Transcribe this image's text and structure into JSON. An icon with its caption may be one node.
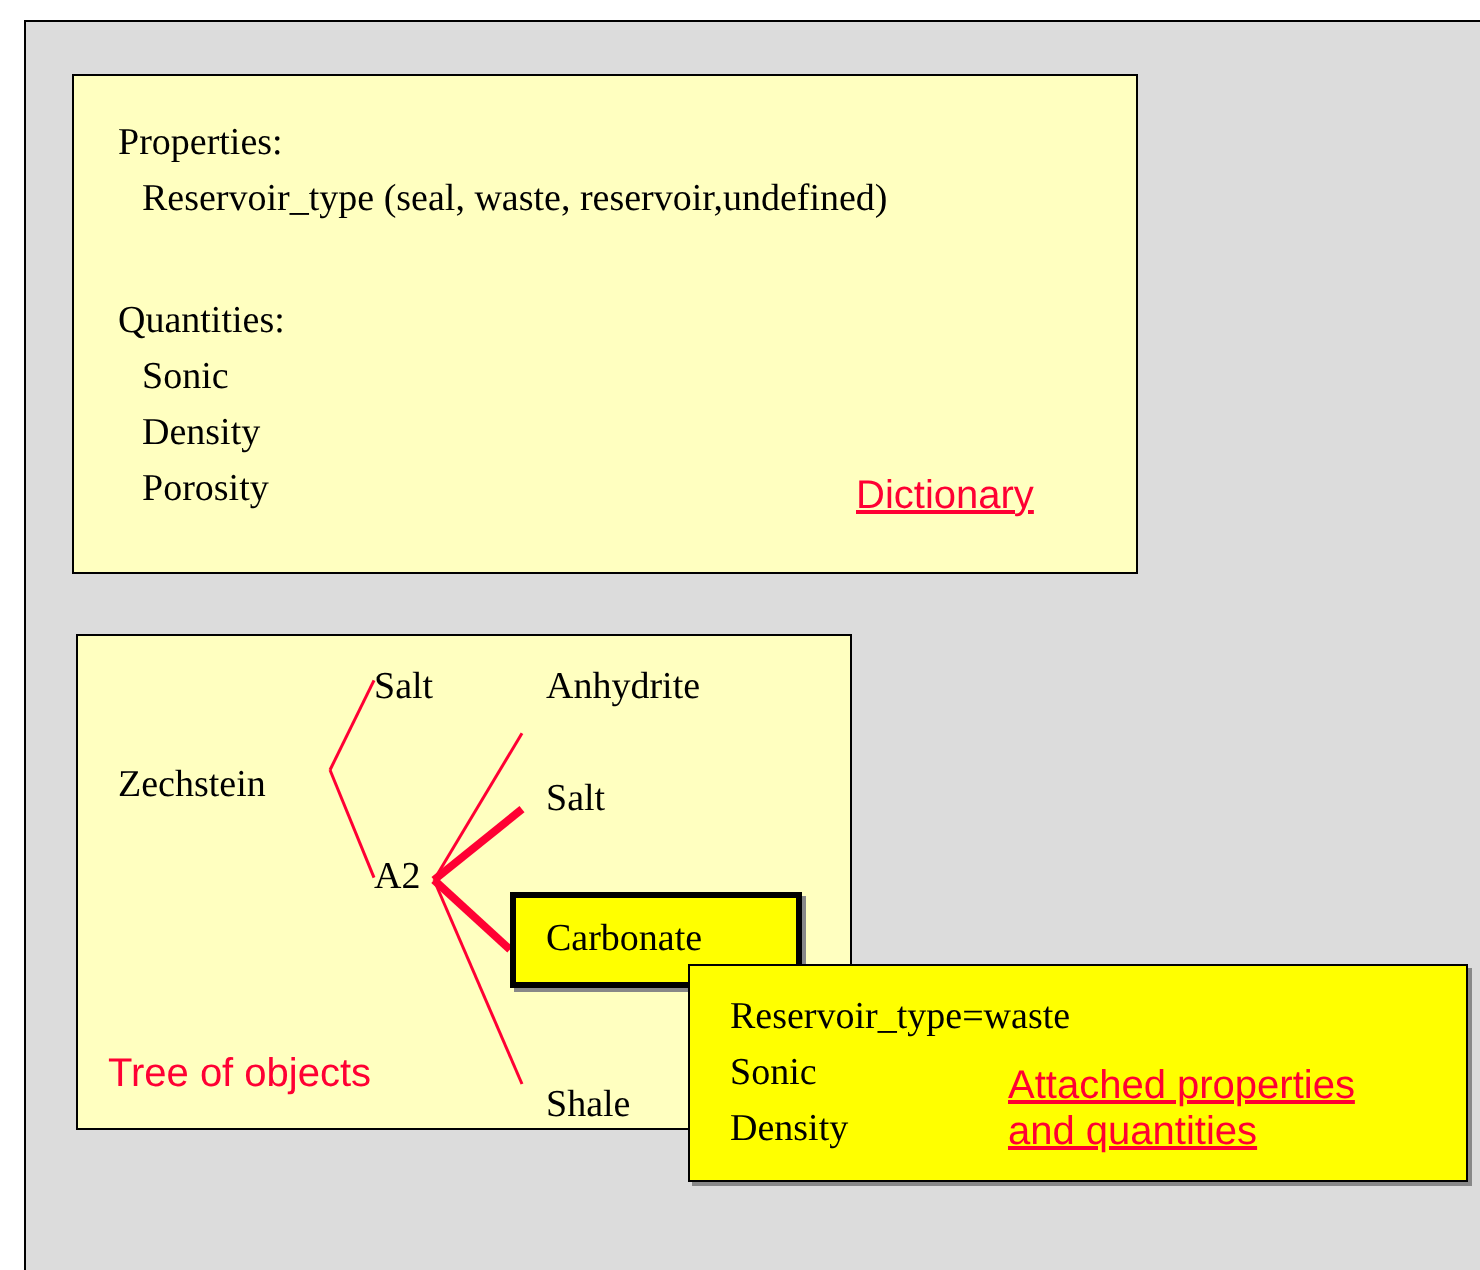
{
  "diagram": {
    "nodes": [
      {
        "text": [],
        "shape": "box"
      },
      {
        "text": [
          "Properties:",
          "Reservoir_type (seal, waste, reservoir,undefined)",
          "Quantities:",
          "Sonic",
          "Density",
          "Porosity",
          "Dictionary"
        ],
        "in": 0
      },
      {
        "text": [
          "Tree of objects"
        ],
        "in": 0
      },
      {
        "text": [
          "Zechstein"
        ],
        "in": 2
      },
      {
        "text": [
          "Salt"
        ],
        "in": 2
      },
      {
        "text": [
          "A2"
        ],
        "in": 2
      },
      {
        "text": [
          "Anhydrite"
        ],
        "in": 2
      },
      {
        "text": [
          "Salt"
        ],
        "in": 2
      },
      {
        "text": [
          "Carbonate"
        ],
        "in": 2
      },
      {
        "text": [
          "Shale"
        ],
        "in": 2
      },
      {
        "text": [
          "Reservoir_type=waste",
          "Sonic",
          "Density",
          "Attached properties and quantities"
        ],
        "in": 0
      }
    ],
    "edges": [
      {
        "from": 3,
        "to": 4,
        "arrow": "none"
      },
      {
        "from": 3,
        "to": 5,
        "arrow": "none"
      },
      {
        "from": 5,
        "to": 6,
        "arrow": "none"
      },
      {
        "from": 5,
        "to": 7,
        "arrow": "none",
        "style": "thick"
      },
      {
        "from": 5,
        "to": 8,
        "arrow": "none",
        "style": "thick"
      },
      {
        "from": 5,
        "to": 9,
        "arrow": "none"
      }
    ]
  }
}
